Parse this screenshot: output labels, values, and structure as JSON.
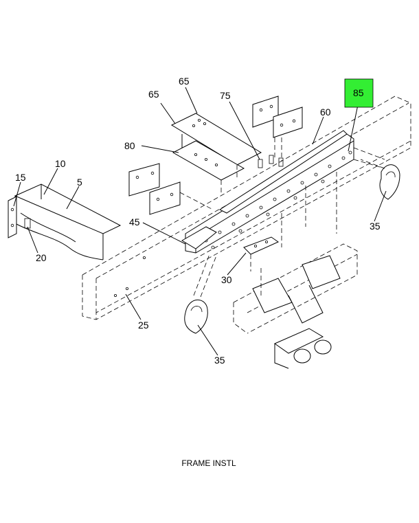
{
  "callouts": {
    "c5": "5",
    "c10": "10",
    "c15": "15",
    "c20": "20",
    "c25": "25",
    "c30": "30",
    "c35a": "35",
    "c35b": "35",
    "c45": "45",
    "c60": "60",
    "c65a": "65",
    "c65b": "65",
    "c75": "75",
    "c80": "80",
    "c85": "85"
  },
  "highlight": {
    "callout": "85",
    "color": "#33ee33"
  },
  "caption": "FRAME INSTL"
}
